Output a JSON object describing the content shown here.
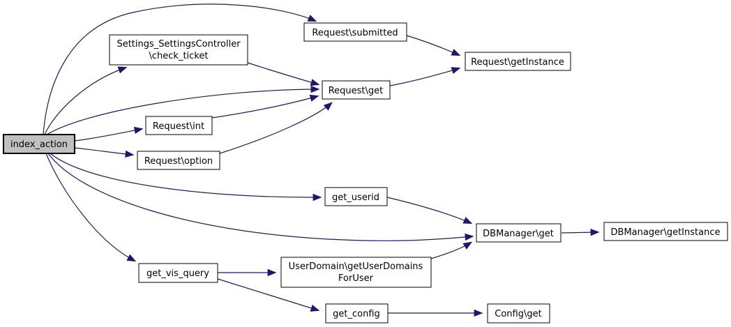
{
  "diagram": {
    "type": "call-graph",
    "background": "#ffffff",
    "edge_color": "#191970",
    "node_border_color": "#000000",
    "node_fill": "#ffffff",
    "focus_node_fill": "#c0c0c0",
    "nodes": {
      "index_action": {
        "label": "index_action"
      },
      "settings_check_ticket": {
        "line1": "Settings_SettingsController",
        "line2": "\\check_ticket"
      },
      "request_submitted": {
        "label": "Request\\submitted"
      },
      "request_getinstance": {
        "label": "Request\\getInstance"
      },
      "request_get": {
        "label": "Request\\get"
      },
      "request_int": {
        "label": "Request\\int"
      },
      "request_option": {
        "label": "Request\\option"
      },
      "get_userid": {
        "label": "get_userid"
      },
      "dbmanager_get": {
        "label": "DBManager\\get"
      },
      "dbmanager_getinstance": {
        "label": "DBManager\\getInstance"
      },
      "get_vis_query": {
        "label": "get_vis_query"
      },
      "userdomain_getuserdomainsforuser": {
        "line1": "UserDomain\\getUserDomains",
        "line2": "ForUser"
      },
      "get_config": {
        "label": "get_config"
      },
      "config_get": {
        "label": "Config\\get"
      }
    },
    "edges": [
      {
        "from": "index_action",
        "to": "request_submitted"
      },
      {
        "from": "index_action",
        "to": "settings_check_ticket"
      },
      {
        "from": "index_action",
        "to": "request_get"
      },
      {
        "from": "index_action",
        "to": "request_int"
      },
      {
        "from": "index_action",
        "to": "request_option"
      },
      {
        "from": "index_action",
        "to": "get_userid"
      },
      {
        "from": "index_action",
        "to": "dbmanager_get"
      },
      {
        "from": "index_action",
        "to": "get_vis_query"
      },
      {
        "from": "settings_check_ticket",
        "to": "request_get"
      },
      {
        "from": "request_submitted",
        "to": "request_getinstance"
      },
      {
        "from": "request_get",
        "to": "request_getinstance"
      },
      {
        "from": "request_int",
        "to": "request_get"
      },
      {
        "from": "request_option",
        "to": "request_get"
      },
      {
        "from": "get_userid",
        "to": "dbmanager_get"
      },
      {
        "from": "dbmanager_get",
        "to": "dbmanager_getinstance"
      },
      {
        "from": "userdomain_getuserdomainsforuser",
        "to": "dbmanager_get"
      },
      {
        "from": "get_vis_query",
        "to": "userdomain_getuserdomainsforuser"
      },
      {
        "from": "get_vis_query",
        "to": "get_config"
      },
      {
        "from": "get_config",
        "to": "config_get"
      }
    ]
  }
}
